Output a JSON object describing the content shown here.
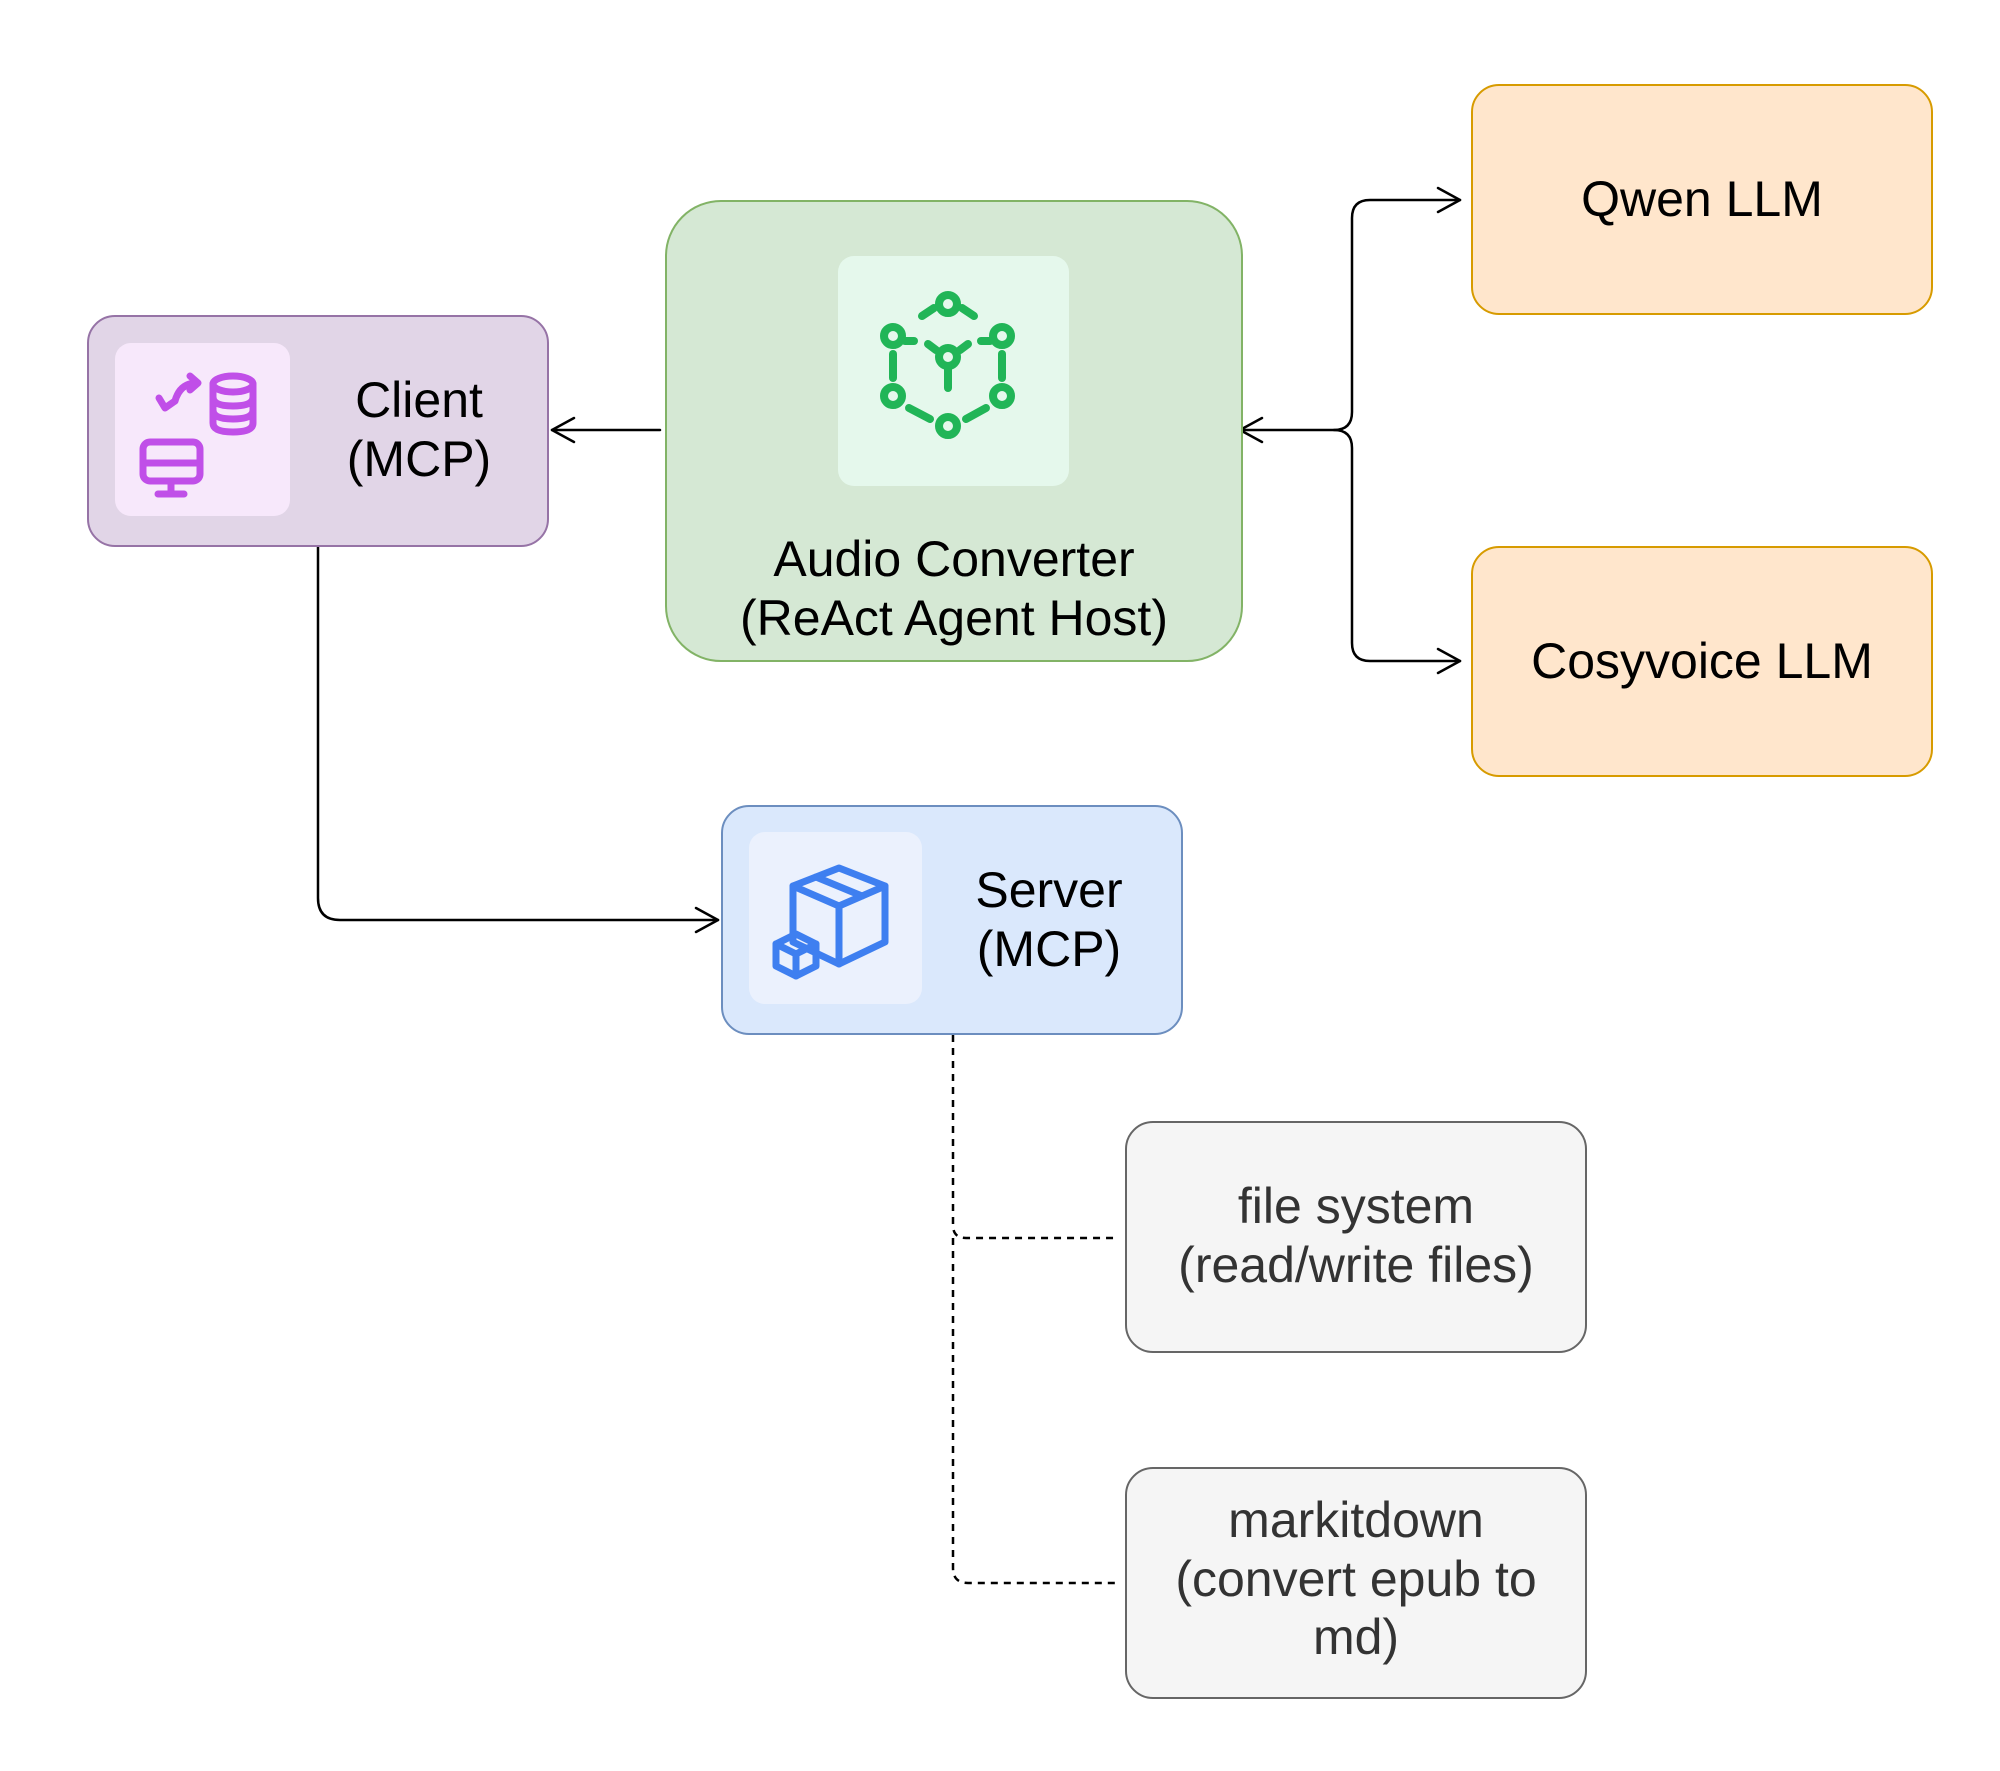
{
  "nodes": {
    "client": {
      "line1": "Client",
      "line2": "(MCP)",
      "icon": "data-transfer-icon",
      "fill": "#e1d5e7",
      "stroke": "#9673a6",
      "accent": "#c04fe8"
    },
    "host": {
      "line1": "Audio Converter",
      "line2": "(ReAct Agent Host)",
      "icon": "agent-network-icon",
      "fill": "#d5e8d4",
      "stroke": "#82b366",
      "accent": "#21b557"
    },
    "qwen": {
      "label": "Qwen LLM",
      "fill": "#ffe6cc",
      "stroke": "#d79b00"
    },
    "cosyvoice": {
      "label": "Cosyvoice LLM",
      "fill": "#ffe6cc",
      "stroke": "#d79b00"
    },
    "server": {
      "line1": "Server",
      "line2": "(MCP)",
      "icon": "package-cube-icon",
      "fill": "#dae8fc",
      "stroke": "#6c8ebf",
      "accent": "#3e7ff0"
    },
    "filesystem": {
      "line1": "file system",
      "line2": "(read/write files)",
      "fill": "#f5f5f5",
      "stroke": "#666666"
    },
    "markitdown": {
      "line1": "markitdown",
      "line2": "(convert epub to",
      "line3": "md)",
      "fill": "#f5f5f5",
      "stroke": "#666666"
    }
  },
  "edges": [
    {
      "from": "host",
      "to": "client",
      "style": "solid"
    },
    {
      "from": "qwen",
      "to": "host",
      "style": "solid"
    },
    {
      "from": "cosyvoice",
      "to": "host",
      "style": "solid"
    },
    {
      "from": "host",
      "to": "qwen",
      "style": "solid"
    },
    {
      "from": "host",
      "to": "cosyvoice",
      "style": "solid"
    },
    {
      "from": "client",
      "to": "server",
      "style": "solid"
    },
    {
      "from": "server",
      "to": "filesystem",
      "style": "dashed"
    },
    {
      "from": "server",
      "to": "markitdown",
      "style": "dashed"
    }
  ]
}
